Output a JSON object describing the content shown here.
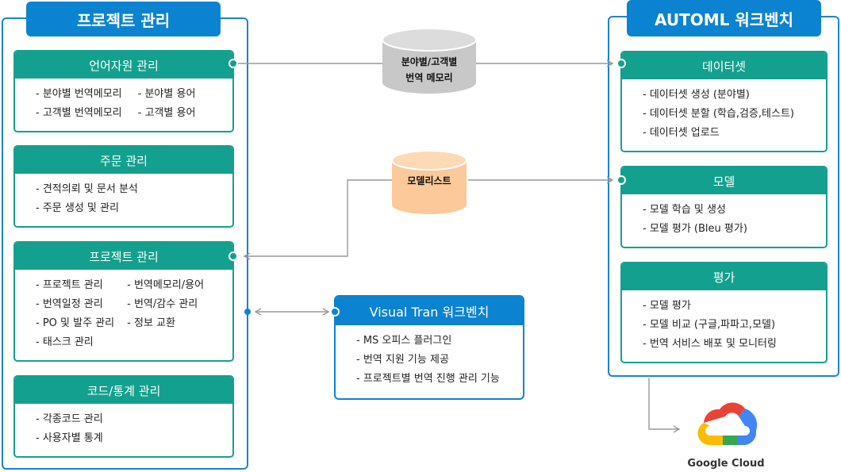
{
  "left_panel": {
    "title": "프로젝트 관리",
    "cards": [
      {
        "title": "언어자원 관리",
        "col1": [
          "분야별 번역메모리",
          "고객별 번역메모리"
        ],
        "col2": [
          "분야별 용어",
          "고객별 용어"
        ]
      },
      {
        "title": "주문 관리",
        "items": [
          "견적의뢰 및 문서 분석",
          "주문 생성 및 관리"
        ]
      },
      {
        "title": "프로젝트 관리",
        "col1": [
          "프로젝트 관리",
          "번역일정 관리",
          "PO 및 발주 관리",
          "태스크 관리"
        ],
        "col2": [
          "번역메모리/용어",
          "번역/감수 관리",
          "정보 교환"
        ]
      },
      {
        "title": "코드/통계 관리",
        "items": [
          "각종코드 관리",
          "사용자별 통계"
        ]
      }
    ]
  },
  "right_panel": {
    "title": "AUTOML 워크벤치",
    "cards": [
      {
        "title": "데이터셋",
        "items": [
          "데이터셋 생성 (분야별)",
          "데이터셋 분할 (학습,검증,테스트)",
          "데이터셋 업로드"
        ]
      },
      {
        "title": "모델",
        "items": [
          "모델 학습 및 생성",
          "모델 평가 (Bleu 평가)"
        ]
      },
      {
        "title": "평가",
        "items": [
          "모델 평가",
          "모델 비교 (구글,파파고,모델)",
          "번역 서비스 배포 및 모니터링"
        ]
      }
    ]
  },
  "databases": {
    "memory": {
      "line1": "분야별/고객별",
      "line2": "번역 메모리",
      "color": "#c8c8c8"
    },
    "models": {
      "label": "모델리스트",
      "color": "#fbc99a"
    }
  },
  "visual_tran": {
    "title": "Visual Tran 워크벤치",
    "items": [
      "MS 오피스 플러그인",
      "번역 지원 기능 제공",
      "프로젝트별 번역 진행 관리 기능"
    ]
  },
  "google_cloud": {
    "label": "Google Cloud"
  },
  "colors": {
    "blue": "#0b83d0",
    "teal": "#14a08e",
    "line": "#999999"
  }
}
